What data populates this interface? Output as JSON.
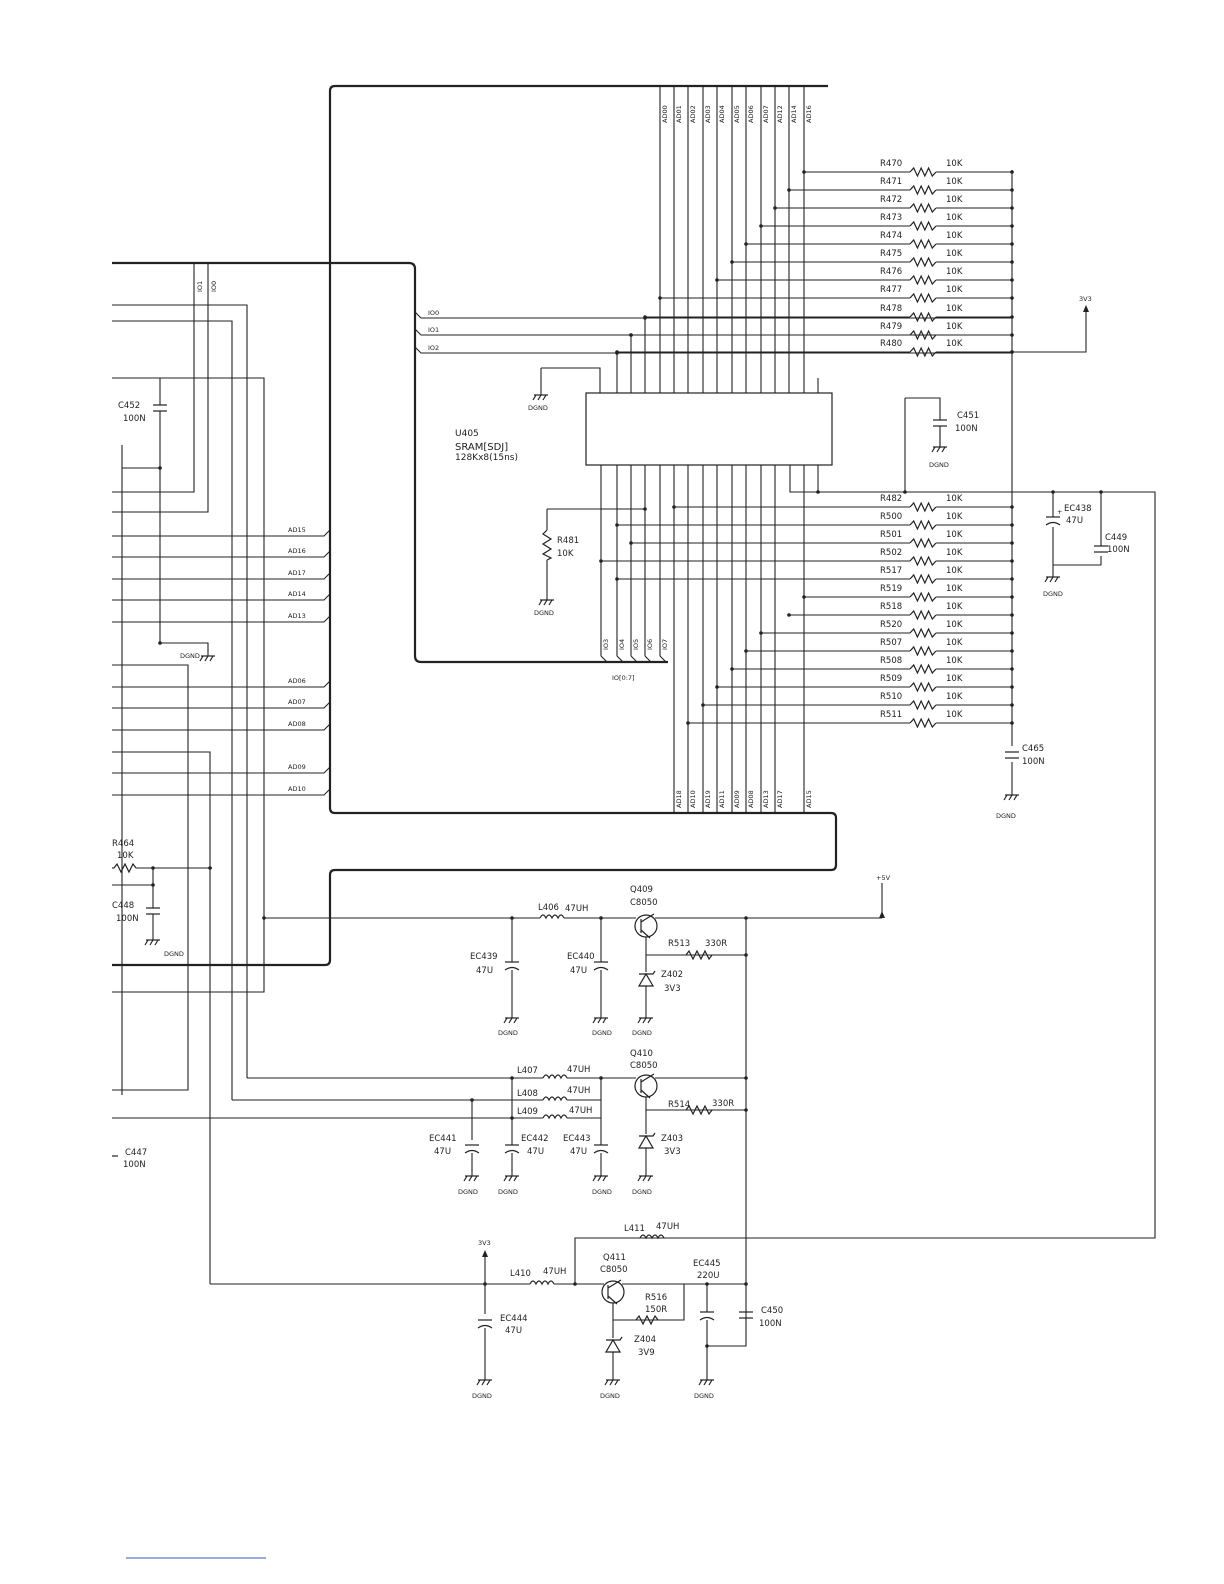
{
  "sram": {
    "ref": "U405",
    "part": "SRAM[SDJ]",
    "desc": "128Kx8(15ns)",
    "data_bus_label": "IO[0:7]"
  },
  "top_address_labels": [
    "AD00",
    "AD01",
    "AD02",
    "AD03",
    "AD04",
    "AD05",
    "AD06",
    "AD07",
    "AD12",
    "AD14",
    "AD16"
  ],
  "bottom_address_labels": [
    "AD18",
    "AD10",
    "AD19",
    "AD11",
    "AD09",
    "AD08",
    "AD13",
    "AD17",
    "AD15"
  ],
  "io_labels_top_left": [
    "IO1",
    "IO0"
  ],
  "io_labels_left": [
    "IO0",
    "IO1",
    "IO2"
  ],
  "io_labels_bottom": [
    "IO3",
    "IO4",
    "IO5",
    "IO6",
    "IO7"
  ],
  "left_bus_labels": [
    "AD15",
    "AD16",
    "AD17",
    "AD14",
    "AD13",
    "AD06",
    "AD07",
    "AD08",
    "AD09",
    "AD10"
  ],
  "resistors_top": [
    {
      "ref": "R470",
      "value": "10K"
    },
    {
      "ref": "R471",
      "value": "10K"
    },
    {
      "ref": "R472",
      "value": "10K"
    },
    {
      "ref": "R473",
      "value": "10K"
    },
    {
      "ref": "R474",
      "value": "10K"
    },
    {
      "ref": "R475",
      "value": "10K"
    },
    {
      "ref": "R476",
      "value": "10K"
    },
    {
      "ref": "R477",
      "value": "10K"
    },
    {
      "ref": "R478",
      "value": "10K"
    },
    {
      "ref": "R479",
      "value": "10K"
    },
    {
      "ref": "R480",
      "value": "10K"
    }
  ],
  "resistors_bottom": [
    {
      "ref": "R482",
      "value": "10K"
    },
    {
      "ref": "R500",
      "value": "10K"
    },
    {
      "ref": "R501",
      "value": "10K"
    },
    {
      "ref": "R502",
      "value": "10K"
    },
    {
      "ref": "R517",
      "value": "10K"
    },
    {
      "ref": "R519",
      "value": "10K"
    },
    {
      "ref": "R518",
      "value": "10K"
    },
    {
      "ref": "R520",
      "value": "10K"
    },
    {
      "ref": "R507",
      "value": "10K"
    },
    {
      "ref": "R508",
      "value": "10K"
    },
    {
      "ref": "R509",
      "value": "10K"
    },
    {
      "ref": "R510",
      "value": "10K"
    },
    {
      "ref": "R511",
      "value": "10K"
    }
  ],
  "rails": {
    "v3_top": "3V3",
    "v5": "+5V",
    "v3_bottom": "3V3"
  },
  "ground_label": "DGND",
  "caps": {
    "c452": {
      "ref": "C452",
      "value": "100N"
    },
    "c451": {
      "ref": "C451",
      "value": "100N"
    },
    "ec438": {
      "ref": "EC438",
      "value": "47U"
    },
    "c449": {
      "ref": "C449",
      "value": "100N"
    },
    "c465": {
      "ref": "C465",
      "value": "100N"
    },
    "c448": {
      "ref": "C448",
      "value": "100N"
    },
    "c447": {
      "ref": "C447",
      "value": "100N"
    },
    "ec439": {
      "ref": "EC439",
      "value": "47U"
    },
    "ec440": {
      "ref": "EC440",
      "value": "47U"
    },
    "ec441": {
      "ref": "EC441",
      "value": "47U"
    },
    "ec442": {
      "ref": "EC442",
      "value": "47U"
    },
    "ec443": {
      "ref": "EC443",
      "value": "47U"
    },
    "ec444": {
      "ref": "EC444",
      "value": "47U"
    },
    "ec445": {
      "ref": "EC445",
      "value": "220U"
    },
    "c450": {
      "ref": "C450",
      "value": "100N"
    }
  },
  "misc_resistors": {
    "r481": {
      "ref": "R481",
      "value": "10K"
    },
    "r464": {
      "ref": "R464",
      "value": "10K"
    },
    "r513": {
      "ref": "R513",
      "value": "330R"
    },
    "r514": {
      "ref": "R514",
      "value": "330R"
    },
    "r516": {
      "ref": "R516",
      "value": "150R"
    }
  },
  "inductors": {
    "l406": {
      "ref": "L406",
      "value": "47UH"
    },
    "l407": {
      "ref": "L407",
      "value": "47UH"
    },
    "l408": {
      "ref": "L408",
      "value": "47UH"
    },
    "l409": {
      "ref": "L409",
      "value": "47UH"
    },
    "l410": {
      "ref": "L410",
      "value": "47UH"
    },
    "l411": {
      "ref": "L411",
      "value": "47UH"
    }
  },
  "transistors": {
    "q409": {
      "ref": "Q409",
      "part": "C8050"
    },
    "q410": {
      "ref": "Q410",
      "part": "C8050"
    },
    "q411": {
      "ref": "Q411",
      "part": "C8050"
    }
  },
  "zeners": {
    "z402": {
      "ref": "Z402",
      "value": "3V3"
    },
    "z403": {
      "ref": "Z403",
      "value": "3V3"
    },
    "z404": {
      "ref": "Z404",
      "value": "3V9"
    }
  }
}
